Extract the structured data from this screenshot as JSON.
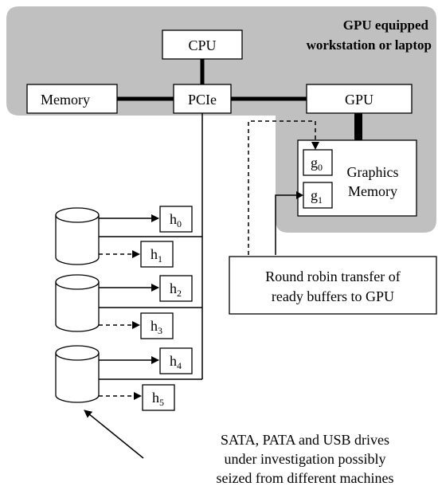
{
  "region": {
    "title_line1": "GPU equipped",
    "title_line2": "workstation or laptop"
  },
  "components": {
    "cpu": "CPU",
    "memory": "Memory",
    "pcie": "PCIe",
    "gpu": "GPU",
    "graphics_memory_line1": "Graphics",
    "graphics_memory_line2": "Memory"
  },
  "gpu_buffers": [
    {
      "base": "g",
      "sub": "0"
    },
    {
      "base": "g",
      "sub": "1"
    }
  ],
  "host_buffers": [
    {
      "base": "h",
      "sub": "0"
    },
    {
      "base": "h",
      "sub": "1"
    },
    {
      "base": "h",
      "sub": "2"
    },
    {
      "base": "h",
      "sub": "3"
    },
    {
      "base": "h",
      "sub": "4"
    },
    {
      "base": "h",
      "sub": "5"
    }
  ],
  "transfer_note": {
    "line1": "Round robin transfer of",
    "line2": "ready buffers to GPU"
  },
  "drives_note": {
    "line1": "SATA, PATA and USB drives",
    "line2": "under investigation possibly",
    "line3": "seized from different machines"
  },
  "colors": {
    "region_fill": "#c0c0c0",
    "box_fill": "#ffffff",
    "line": "#000000"
  }
}
